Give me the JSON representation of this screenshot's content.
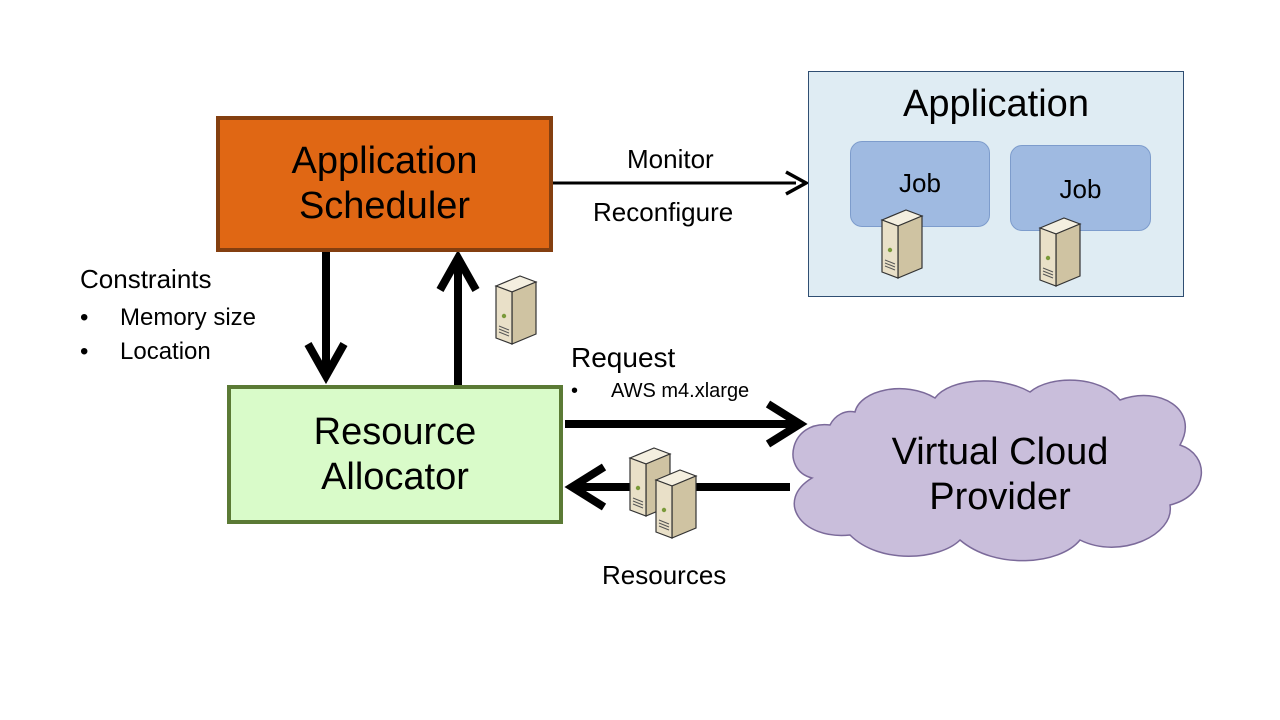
{
  "nodes": {
    "scheduler": "Application\nScheduler",
    "allocator": "Resource\nAllocator",
    "application": "Application",
    "job1": "Job",
    "job2": "Job",
    "cloud": "Virtual Cloud\nProvider"
  },
  "edges": {
    "monitor": "Monitor",
    "reconfigure": "Reconfigure",
    "constraints": {
      "title": "Constraints",
      "items": [
        "Memory size",
        "Location"
      ]
    },
    "request": {
      "title": "Request",
      "items": [
        "AWS m4.xlarge"
      ]
    },
    "resources": "Resources"
  },
  "bullet_glyph": "•",
  "colors": {
    "scheduler_fill": "#e06714",
    "allocator_fill": "#d9fbc9",
    "application_fill": "#dfecf3",
    "job_fill": "#9fbae1",
    "cloud_fill": "#c9bedb",
    "server_body": "#e9e0c8"
  },
  "icons": [
    "server-icon",
    "cloud-shape",
    "arrow"
  ]
}
